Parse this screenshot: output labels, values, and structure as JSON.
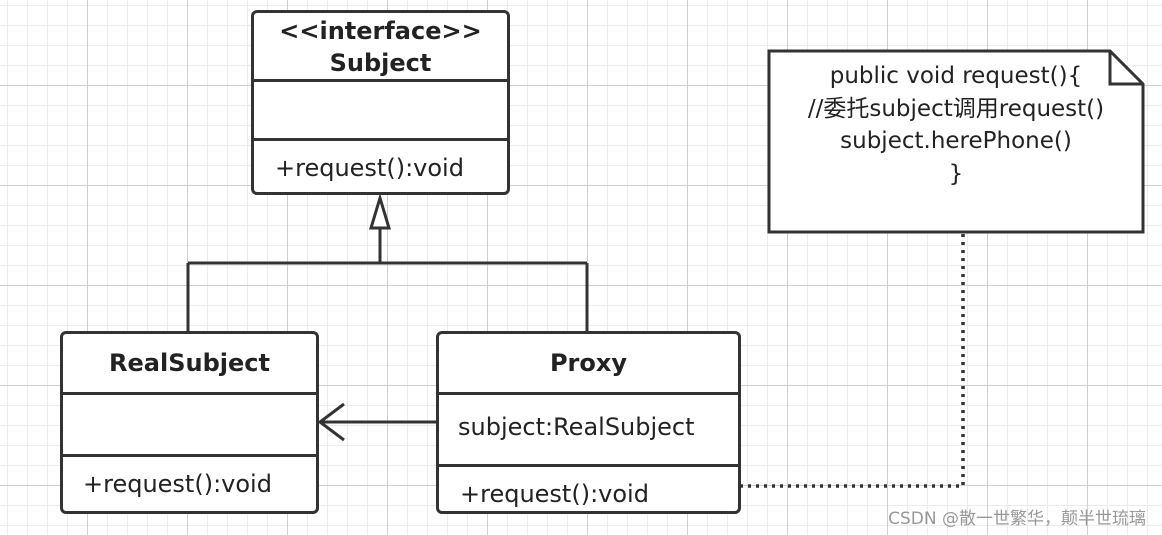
{
  "diagram": {
    "subject": {
      "stereotype": "<<interface>>",
      "name": "Subject",
      "attributes": "",
      "operation": "+request():void"
    },
    "real_subject": {
      "name": "RealSubject",
      "attributes": "",
      "operation": "+request():void"
    },
    "proxy": {
      "name": "Proxy",
      "attribute": "subject:RealSubject",
      "operation": "+request():void"
    },
    "note": {
      "lines": [
        "public void request(){",
        "//委托subject调用request()",
        "subject.herePhone()",
        "}"
      ]
    }
  },
  "colors": {
    "line": "#333333",
    "background": "#ffffff",
    "grid": "#cfcfcf",
    "watermark": "#999999"
  },
  "watermark": "CSDN @散一世繁华，颠半世琉璃"
}
